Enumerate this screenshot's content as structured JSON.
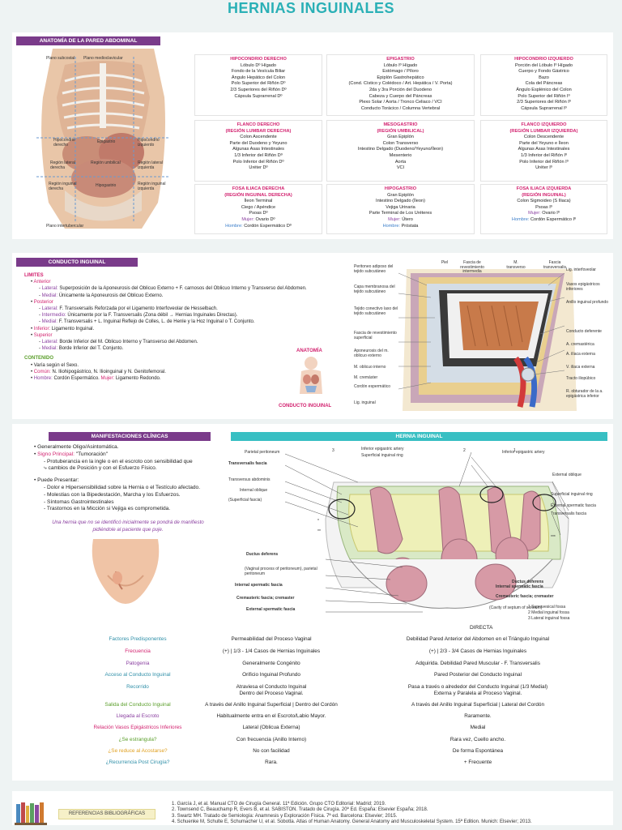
{
  "title": "HERNIAS INGUINALES",
  "abdomen": {
    "header": "ANATOMÍA DE LA PARED ABDOMINAL",
    "labels": {
      "subcostal": "Plano subcostal",
      "medioclavicular": "Plano medioclavicular",
      "intertubercular": "Plano intertubercular",
      "hipocondrio_der": "Hipocondrio derecho",
      "epigastrio": "Epigastrio",
      "hipocondrio_izq": "Hipocondrio izquierdo",
      "lateral_der": "Región lateral derecha",
      "umbilical": "Región umbilical",
      "lateral_izq": "Región lateral izquierda",
      "inguinal_der": "Región inguinal derecha",
      "hipogastrio": "Hipogastrio",
      "inguinal_izq": "Región inguinal izquierda"
    },
    "regions": [
      {
        "title": [
          "HIPOCONDRIO DERECHO"
        ],
        "lines": [
          "Lóbulo Dº Hígado",
          "Fondo de la Vesícula Biliar",
          "Ángulo Hepático del Colon",
          "Polo Superior del Riñón Dº",
          "2/3 Superiores del Riñón Dº",
          "Cápsula Suprarrenal Dº"
        ]
      },
      {
        "title": [
          "EPIGASTRIO"
        ],
        "lines": [
          "Lóbulo Iº Hígado",
          "Estómago / Píloro",
          "Epiplón Gastrohepático",
          "(Cond. Cístico y Colédoco / Art. Hepática / V. Porta)",
          "2da y 3ra Porción del Duodeno",
          "Cabeza y Cuerpo del Páncreas",
          "Plexo Solar / Aorta / Tronco Celiaco / VCI",
          "Conducto Torácico / Columna Vertebral"
        ]
      },
      {
        "title": [
          "HIPOCONDRIO IZQUIERDO"
        ],
        "lines": [
          "Porción del Lóbulo Iº Hígado",
          "Cuerpo y Fondo Gástrico",
          "Bazo",
          "Cola del Páncreas",
          "Ángulo Esplénico del Colon",
          "Polo Superior del Riñón Iº",
          "2/3 Superiores del Riñón Iº",
          "Cápsula Suprarrenal Iº"
        ]
      },
      {
        "title": [
          "FLANCO DERECHO",
          "(REGIÓN LUMBAR DERECHA)"
        ],
        "lines": [
          "Colon Ascendente",
          "Parte del Duodeno y Yeyuno",
          "Algunas Asas Intestinales",
          "1/3 Inferior del Riñón Dº",
          "Polo Inferior del Riñón Dº",
          "Uréter Dº"
        ]
      },
      {
        "title": [
          "MESOGASTRIO",
          "(REGIÓN UMBILICAL)"
        ],
        "lines": [
          "Gran Epiplón",
          "Colon Transverso",
          "Intestino Delgado (Duodeno/Yeyuno/Íleon)",
          "Mesenterio",
          "Aorta",
          "VCI"
        ]
      },
      {
        "title": [
          "FLANCO IZQUIERDO",
          "(REGIÓN LUMBAR IZQUIERDA)"
        ],
        "lines": [
          "Colon Descendente",
          "Parte del Yeyuno e Íleon",
          "Algunas Asas Intestinales",
          "1/3 Inferior del Riñón Iº",
          "Polo Inferior del Riñón Iº",
          "Uréter Iº"
        ]
      },
      {
        "title": [
          "FOSA ILIACA DERECHA",
          "(REGIÓN INGUINAL DERECHA)"
        ],
        "lines": [
          "Íleon Terminal",
          "Ciego / Apéndice",
          "Psoas Dº"
        ],
        "mujer": "Ovario Dº",
        "hombre": "Cordón Espermático Dº"
      },
      {
        "title": [
          "HIPOGASTRIO"
        ],
        "lines": [
          "Gran Epiplón",
          "Intestino Delgado (Íleon)",
          "Vejiga Urinaria",
          "Parte Terminal de Los Uréteres"
        ],
        "mujer": "Útero",
        "hombre": "Próstata"
      },
      {
        "title": [
          "FOSA ILIACA IZQUIERDA",
          "(REGIÓN INGUINAL)"
        ],
        "lines": [
          "Colon Sigmoideo (S Iliaca)",
          "Psoas Iº"
        ],
        "mujer": "Ovario Iº",
        "hombre": "Cordón Espermático Iº"
      }
    ],
    "mujer_label": "Mujer:",
    "hombre_label": "Hombre:"
  },
  "conducto": {
    "header": "CONDUCTO INGUINAL",
    "limites": "LIMITES",
    "items": [
      {
        "k": "Anterior",
        "subs": [
          [
            "Lateral:",
            "Superposición de la Aponeurosis del Oblicuo Externo + F. carnosos del Oblicuo Interno y Transverso del Abdomen."
          ],
          [
            "Medial:",
            "Únicamente la Aponeurosis del Oblicuo Externo."
          ]
        ]
      },
      {
        "k": "Posterior",
        "subs": [
          [
            "Lateral:",
            "F. Transversalis Reforzada por el Ligamento Interfoveolar de Hesselbach."
          ],
          [
            "Intermedio:",
            "Únicamente por la F. Transversalis (Zona débil → Hernias Inguinales Directas)."
          ],
          [
            "Medial:",
            "F. Transversalis + L. Inguinal Reflejo de Colles, L. de Henle y la Hoz Inguinal o T. Conjunto."
          ]
        ]
      },
      {
        "k": "Inferior:",
        "text": "Ligamento Inguinal.",
        "subs": []
      },
      {
        "k": "Superior",
        "subs": [
          [
            "Lateral:",
            "Borde Inferior del M. Oblicuo Interno y Transverso del Abdomen."
          ],
          [
            "Medial:",
            "Borde Inferior del T. Conjunto."
          ]
        ]
      }
    ],
    "contenido": "CONTENIDO",
    "cont_items": [
      [
        "",
        "Varía según el Sexo."
      ],
      [
        "Común:",
        "N. Iliohipogástrico, N. Ilioinguinal y N. Genitofemoral."
      ]
    ],
    "hombre_k": "Hombre:",
    "hombre_v": "Cordón Espermático.",
    "mujer_k": "Mujer:",
    "mujer_v": "Ligamento Redondo.",
    "anatomia": "ANATOMÍA",
    "conducto_lbl": "CONDUCTO INGUINAL",
    "figure_labels_left": [
      "Peritoneo adiposo del tejido subcutáneo",
      "Capa membranosa del tejido subcutáneo",
      "Tejido conectivo laxo del tejido subcutáneo",
      "Fascia de revestimiento superficial",
      "Aponeurosis del m. oblicuo externo",
      "M. oblicuo interno",
      "M. cremáster",
      "Cordón espermático",
      "Lig. inguinal"
    ],
    "figure_labels_top": [
      "Piel",
      "Fascia de revestimiento intermedia",
      "M. transverso",
      "Fascia transversalis"
    ],
    "figure_labels_right": [
      "Lig. interfoveolar",
      "Vasos epigástricos inferiores",
      "Anillo inguinal profundo",
      "Conducto deferente",
      "A. cremastérica",
      "A. ilíaca externa",
      "V. ilíaca externa",
      "Tracto iliopúbico",
      "R. obturador de la a. epigástrica inferior"
    ]
  },
  "manifest": {
    "header": "MANIFESTACIONES CLÍNICAS",
    "items": [
      [
        "",
        "Generalmente Oligo/Asintomática."
      ],
      [
        "Signo Principal:",
        "\"Tumoración\""
      ]
    ],
    "sub1": [
      "Protuberancia en la ingle o en el escroto con sensibilidad que",
      "⤷ cambios de Posición y con el Esfuerzo Físico."
    ],
    "puede": "Puede Presentar:",
    "sub2": [
      "Dolor e Hipersensibilidad sobre la Hernia o el Testículo afectado.",
      "Molestias con la Bipedestación, Marcha y los Esfuerzos.",
      "Síntomas Gastrointestinales",
      "Trastornos en la Micción si Vejiga es comprometida."
    ],
    "note": "Una hernia que no se identificó inicialmente se pondrá de manifiesto pidiéndole al paciente que puje."
  },
  "hernia": {
    "header": "HERNIA INGUINAL",
    "labels": [
      "Parietal peritoneum",
      "Transversalis fascia",
      "Transversus abdominis",
      "Internal oblique",
      "(Superficial fascia)",
      "Ductus deferens",
      "(Vaginal process of peritoneum), parietal peritoneum",
      "Internal spermatic fascia",
      "Cremasteric fascia; cremaster",
      "External spermatic fascia",
      "Inferior epigastric artery",
      "Superficial inguinal ring",
      "Inferior epigastric artery",
      "External oblique",
      "Superficial inguinal ring",
      "External spermatic fascia",
      "Transversalis fascia",
      "Ductus deferens",
      "Internal spermatic fascia",
      "Cremasteric fascia; cremaster",
      "(Cavity of septum of scrotum)"
    ],
    "numbers": [
      "3",
      "2",
      "1",
      "*",
      "**",
      "***"
    ],
    "legend": [
      "1 Supravesical fossa",
      "2 Medial inguinal fossa",
      "3 Lateral inguinal fossa"
    ]
  },
  "comparison": {
    "directa_header": "DIRECTA",
    "rows": [
      [
        "Factores Predisponentes",
        "Permeabilidad del Proceso Vaginal",
        "Debilidad Pared Anterior del Abdomen en el Triángulo Inguinal"
      ],
      [
        "Frecuencia",
        "(+) | 1/3 - 1/4 Casos de Hernias Inguinales",
        "(+) | 2/3 - 3/4 Casos de Hernias Inguinales"
      ],
      [
        "Patogenia",
        "Generalmente Congénito",
        "Adquirida. Debilidad Pared Muscular - F. Transversalis"
      ],
      [
        "Acceso al Conducto Inguinal",
        "Orificio Inguinal Profundo",
        "Pared Posterior del Conducto Inguinal"
      ],
      [
        "Recorrido",
        "Atraviesa el Conducto Inguinal\nDentro del Proceso Vaginal.",
        "Pasa a través o alrededor del Conducto Inguinal (1/3 Medial)\nExterna y Paralela al Proceso Vaginal."
      ],
      [
        "Salida del Conducto Inguinal",
        "A través del Anillo Inguinal Superficial | Dentro del Cordón",
        "A través del Anillo Inguinal Superficial | Lateral del Cordón"
      ],
      [
        "Llegada al Escroto",
        "Habitualmente entra en el Escroto/Labio Mayor.",
        "Raramente."
      ],
      [
        "Relación Vasos Epigástricos Inferiores",
        "Lateral (Oblicua Externa)",
        "Medial"
      ],
      [
        "¿Se estrangula?",
        "Con frecuencia (Anillo Interno)",
        "Rara vez, Cuello ancho."
      ],
      [
        "¿Se reduce al Acostarse?",
        "No con facilidad",
        "De forma Espontánea"
      ],
      [
        "¿Recurrencia Post Cirugía?",
        "Rara.",
        "+ Frecuente"
      ]
    ],
    "row_colors": [
      "#2f8fa8",
      "#d2226f",
      "#8a3fa0",
      "#2f8fa8",
      "#2f8fa8",
      "#5a9e2a",
      "#8a3fa0",
      "#d2226f",
      "#5a9e2a",
      "#e0a020",
      "#2f8fa8"
    ]
  },
  "references": {
    "label": "REFERENCIAS BIBLIOGRÁFICAS",
    "items": [
      "1.  García J, et al. Manual CTO de Cirugía General. 11ª Edición. Grupo CTO Editorial: Madrid; 2019.",
      "2.  Townsend C, Beauchamp R, Evers B, et al. SABISTON. Tratado de Cirugía. 20ª Ed. España: Elsevier España; 2018.",
      "3.  Swartz MH. Tratado de Semiología: Anamnesis y Exploración Física. 7ª ed. Barcelona: Elsevier; 2015.",
      "4.  Schuenke M, Schulte E, Schumacher U, et al. Sobotta. Atlas of Human Anatomy. General Anatomy and Musculoskeletal System. 15ª Edition. Munich: Elsevier; 2013."
    ]
  }
}
